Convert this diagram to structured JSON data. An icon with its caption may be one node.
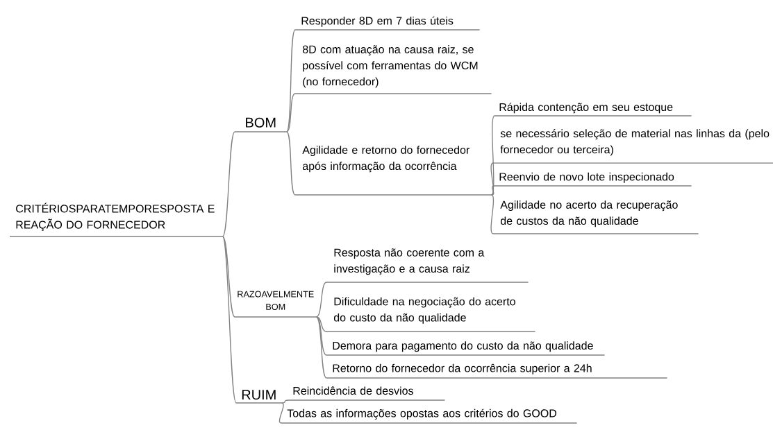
{
  "diagram": {
    "nodes": [
      {
        "text": [
          "CRITÉRIOSPARATEMPORESPOSTA E REAÇÃO DO FORNECEDOR"
        ]
      },
      {
        "text": [
          "BOM"
        ]
      },
      {
        "text": [
          "Responder 8D em 7 dias úteis"
        ]
      },
      {
        "text": [
          "8D com atuação na causa raiz, se possível com ferramentas do WCM (no fornecedor)"
        ]
      },
      {
        "text": [
          "Agilidade e retorno do fornecedor após informação da ocorrência"
        ]
      },
      {
        "text": [
          "Rápida contenção em seu estoque"
        ]
      },
      {
        "text": [
          "se necessário seleção de material nas linhas da (pelo fornecedor ou terceira)"
        ]
      },
      {
        "text": [
          "Reenvio de novo lote inspecionado"
        ]
      },
      {
        "text": [
          "Agilidade no acerto da recuperação de custos da não qualidade"
        ]
      },
      {
        "text": [
          "RAZOAVELMENTE BOM"
        ]
      },
      {
        "text": [
          "Resposta não coerente com a investigação e a causa raiz"
        ]
      },
      {
        "text": [
          "Dificuldade na negociação do acerto do custo da não qualidade"
        ]
      },
      {
        "text": [
          "Demora para pagamento do custo da não qualidade"
        ]
      },
      {
        "text": [
          "Retorno do fornecedor da ocorrência superior a 24h"
        ]
      },
      {
        "text": [
          "RUIM"
        ]
      },
      {
        "text": [
          "Reincidência de desvios"
        ]
      },
      {
        "text": [
          "Todas as informações opostas aos critérios do GOOD"
        ]
      }
    ],
    "edges": [
      {
        "from": 0,
        "to": 1,
        "arrow": "none"
      },
      {
        "from": 0,
        "to": 9,
        "arrow": "none"
      },
      {
        "from": 0,
        "to": 14,
        "arrow": "none"
      },
      {
        "from": 1,
        "to": 2,
        "arrow": "none"
      },
      {
        "from": 1,
        "to": 3,
        "arrow": "none"
      },
      {
        "from": 1,
        "to": 4,
        "arrow": "none"
      },
      {
        "from": 4,
        "to": 5,
        "arrow": "none"
      },
      {
        "from": 4,
        "to": 6,
        "arrow": "none"
      },
      {
        "from": 4,
        "to": 7,
        "arrow": "none"
      },
      {
        "from": 4,
        "to": 8,
        "arrow": "none"
      },
      {
        "from": 9,
        "to": 10,
        "arrow": "none"
      },
      {
        "from": 9,
        "to": 11,
        "arrow": "none"
      },
      {
        "from": 9,
        "to": 12,
        "arrow": "none"
      },
      {
        "from": 9,
        "to": 13,
        "arrow": "none"
      },
      {
        "from": 14,
        "to": 15,
        "arrow": "none"
      },
      {
        "from": 14,
        "to": 16,
        "arrow": "none"
      }
    ]
  }
}
